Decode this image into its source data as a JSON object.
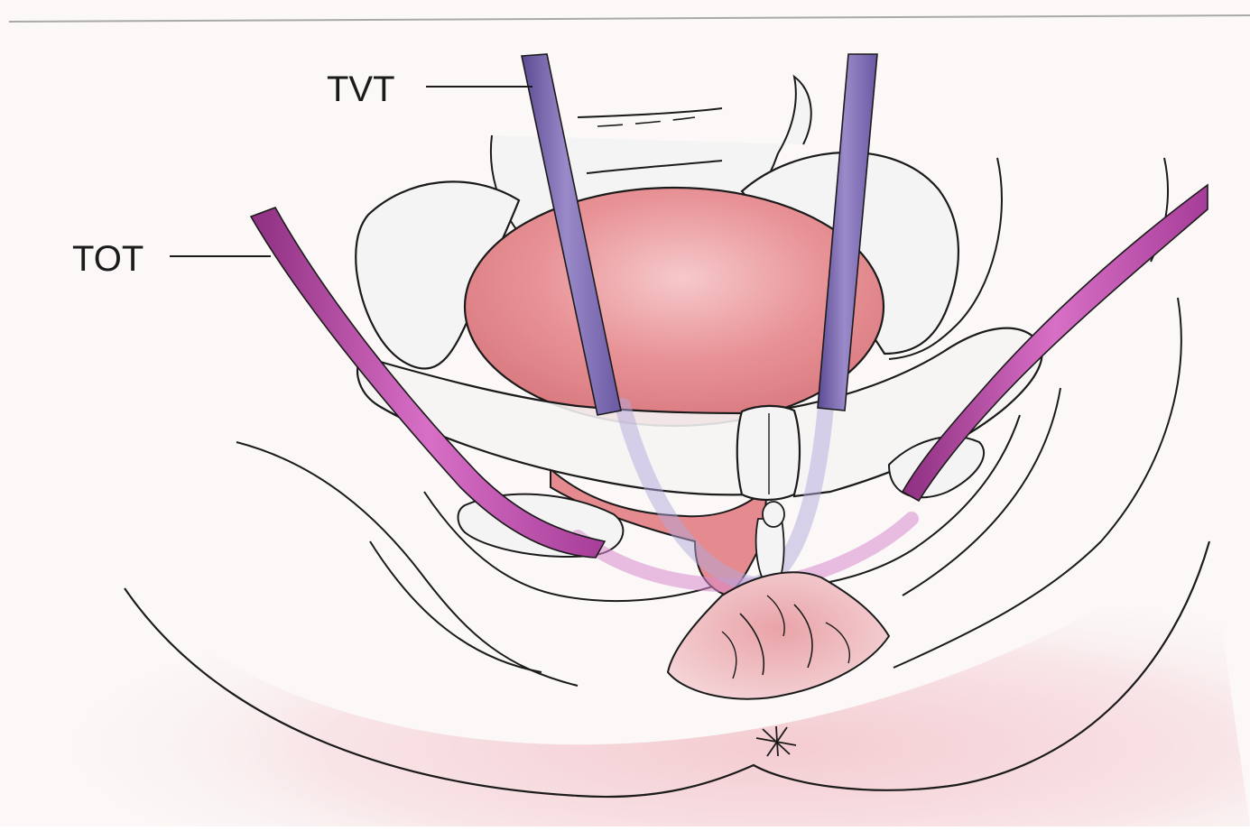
{
  "labels": {
    "tvt": "TVT",
    "tot": "TOT"
  },
  "colors": {
    "paper": "#fbf8f7",
    "outline": "#1b1b1b",
    "bladder": "#e58a8f",
    "bladder_highlight": "#f6c9cb",
    "tvt_tape": "#8a78bd",
    "tvt_tape_dark": "#5c4b93",
    "tot_tape": "#c45ab2",
    "tot_tape_dark": "#8e2f81",
    "bone": "#f5f4f4",
    "skin_shade": "#f6dcdf"
  },
  "structures": [
    "bladder",
    "pubic-bone",
    "pubic-symphysis",
    "obturator-foramen-left",
    "obturator-foramen-right",
    "vulva",
    "urethra",
    "anus"
  ],
  "tapes": [
    {
      "id": "tvt",
      "label": "TVT"
    },
    {
      "id": "tot",
      "label": "TOT"
    }
  ]
}
